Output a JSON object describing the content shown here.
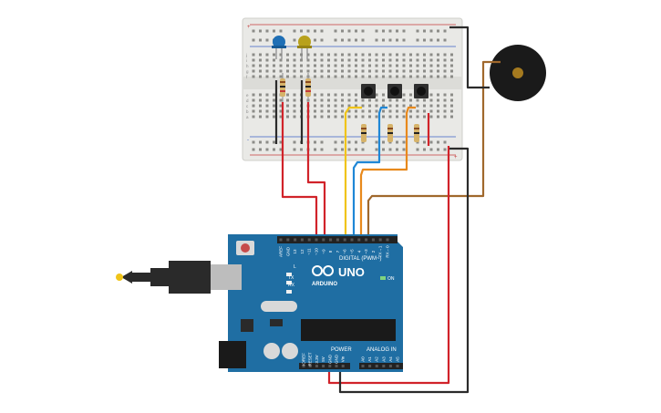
{
  "board": {
    "brand": "ARDUINO",
    "model": "UNO",
    "digital_header": "DIGITAL (PWM~)",
    "power_header": "POWER",
    "analog_header": "ANALOG IN",
    "on_label": "ON",
    "led_labels": [
      "L",
      "TX",
      "RX"
    ],
    "digital_pins": [
      "AREF",
      "GND",
      "13",
      "12",
      "~11",
      "~10",
      "~9",
      "8",
      "7",
      "~6",
      "~5",
      "4",
      "~3",
      "2",
      "TX→1",
      "RX←0"
    ],
    "power_pins": [
      "IOREF",
      "RESET",
      "3.3V",
      "5V",
      "GND",
      "GND",
      "Vin"
    ],
    "analog_pins": [
      "A0",
      "A1",
      "A2",
      "A3",
      "A4",
      "A5"
    ]
  },
  "breadboard": {
    "row_letters_top": [
      "a",
      "b",
      "c",
      "d",
      "e"
    ],
    "row_letters_bottom": [
      "f",
      "g",
      "h",
      "i",
      "j"
    ],
    "rail_signs": [
      "+",
      "-"
    ]
  },
  "components": {
    "leds": [
      {
        "color": "blue",
        "hex": "#1f6fb5"
      },
      {
        "color": "yellow",
        "hex": "#b8a11c"
      }
    ],
    "buttons": 3,
    "resistors": 5,
    "buzzer": {
      "color": "#1a1a1a",
      "accent": "#a57a1f"
    }
  },
  "wire_colors": {
    "red": "#d1232a",
    "black": "#2b2b2b",
    "yellow": "#f0c419",
    "blue": "#1f87d6",
    "orange": "#e8891c",
    "brown": "#a0682c"
  }
}
